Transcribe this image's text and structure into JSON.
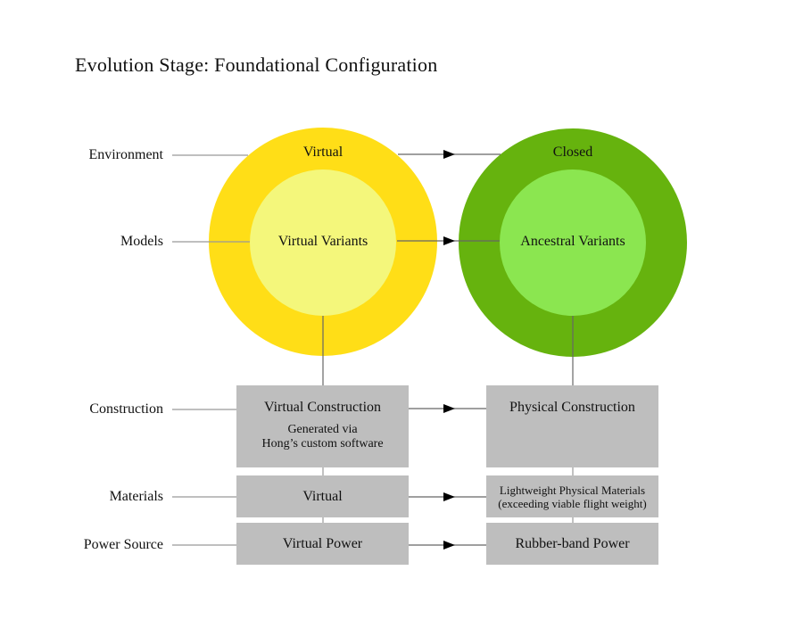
{
  "title": "Evolution Stage: Foundational Configuration",
  "row_labels": {
    "environment": "Environment",
    "models": "Models",
    "construction": "Construction",
    "materials": "Materials",
    "power_source": "Power Source"
  },
  "left_stage": {
    "environment": "Virtual",
    "models": "Virtual Variants",
    "construction_title": "Virtual Construction",
    "construction_sub1": "Generated via",
    "construction_sub2": "Hong’s custom software",
    "materials": "Virtual",
    "power": "Virtual Power"
  },
  "right_stage": {
    "environment": "Closed",
    "models": "Ancestral Variants",
    "construction_title": "Physical Construction",
    "materials_line1": "Lightweight Physical Materials",
    "materials_line2": "(exceeding viable flight weight)",
    "power": "Rubber-band Power"
  },
  "colors": {
    "ring_left": "#FFDE17",
    "core_left": "#F4F77B",
    "ring_right": "#66B30E",
    "core_right": "#8BE650",
    "box_fill": "#BEBEBE",
    "label_line": "#999999",
    "connector_line": "#666666",
    "arrowhead": "#000000",
    "text": "#111111"
  }
}
